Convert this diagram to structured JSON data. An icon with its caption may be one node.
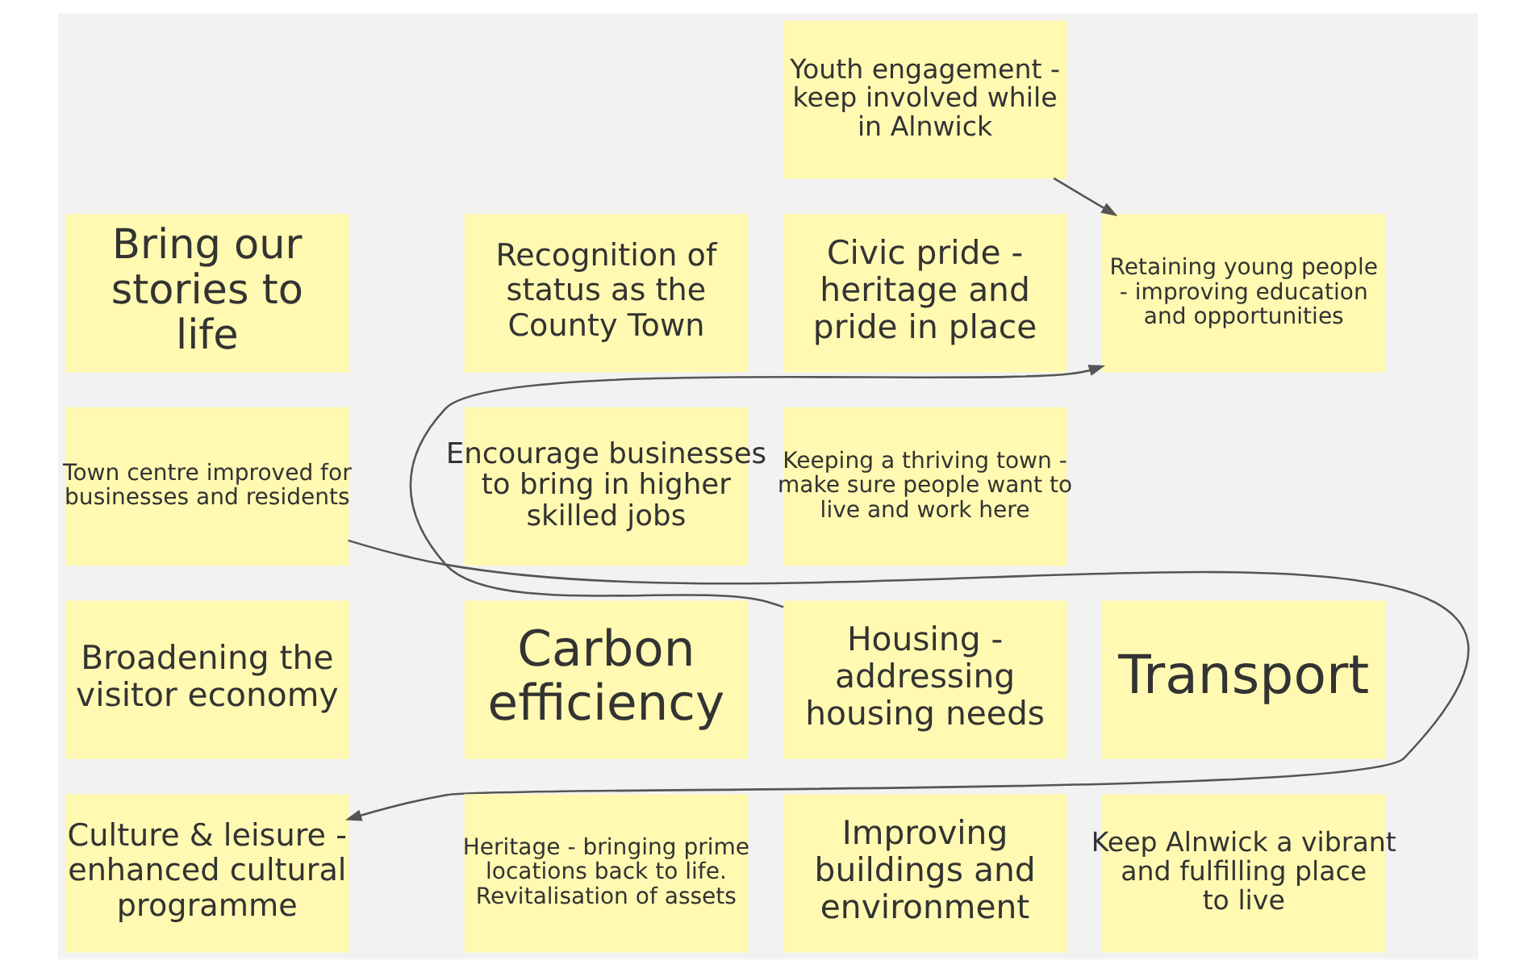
{
  "diagram": {
    "nodes": [
      {
        "text": [
          "Youth engagement - keep involved while in Alnwick"
        ]
      },
      {
        "text": [
          "Bring our stories to life"
        ]
      },
      {
        "text": [
          "Recognition of status as the County Town"
        ]
      },
      {
        "text": [
          "Civic pride - heritage and pride in place"
        ]
      },
      {
        "text": [
          "Retaining young people - improving education and opportunities"
        ]
      },
      {
        "text": [
          "Town centre improved for businesses and residents"
        ]
      },
      {
        "text": [
          "Encourage businesses to bring in higher skilled jobs"
        ]
      },
      {
        "text": [
          "Keeping a thriving town - make sure people want to live and work here"
        ]
      },
      {
        "text": [
          "Broadening the visitor economy"
        ]
      },
      {
        "text": [
          "Carbon efficiency"
        ]
      },
      {
        "text": [
          "Housing - addressing housing needs"
        ]
      },
      {
        "text": [
          "Transport"
        ]
      },
      {
        "text": [
          "Culture & leisure - enhanced cultural programme"
        ]
      },
      {
        "text": [
          "Heritage - bringing prime locations back to life. Revitalisation of assets"
        ]
      },
      {
        "text": [
          "Improving buildings and environment"
        ]
      },
      {
        "text": [
          "Keep Alnwick a vibrant and fulfilling place to live"
        ]
      }
    ],
    "edges": [
      {
        "from": 0,
        "to": 4,
        "arrow": "to"
      },
      {
        "from": 10,
        "to": 4,
        "arrow": "to"
      },
      {
        "from": 5,
        "to": 12,
        "arrow": "to"
      }
    ]
  }
}
